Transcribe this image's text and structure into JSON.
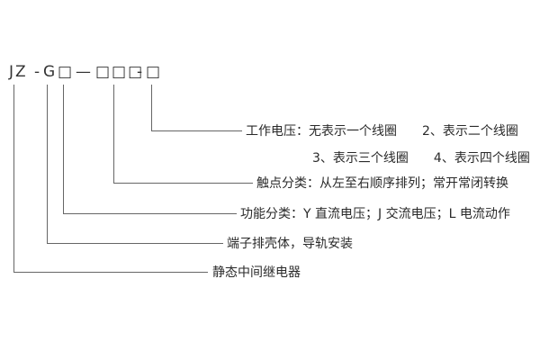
{
  "model_code": {
    "series": "JZ",
    "dash1": "-",
    "type_letter": "G",
    "box_function": "□",
    "long_dash": "—",
    "boxes_contacts": "□□□",
    "dash2": "-",
    "box_voltage": "□"
  },
  "labels": {
    "working_voltage_line1": "工作电压：无表示一个线圈　　2、表示二个线圈",
    "working_voltage_line2": "3、表示三个线圈　　4、表示四个线圈",
    "contact_class": "触点分类：从左至右顺序排列；常开常闭转换",
    "function_class": "功能分类：Y 直流电压；J 交流电压；L 电流动作",
    "housing": "端子排壳体，导轨安装",
    "relay_name": "静态中间继电器"
  }
}
